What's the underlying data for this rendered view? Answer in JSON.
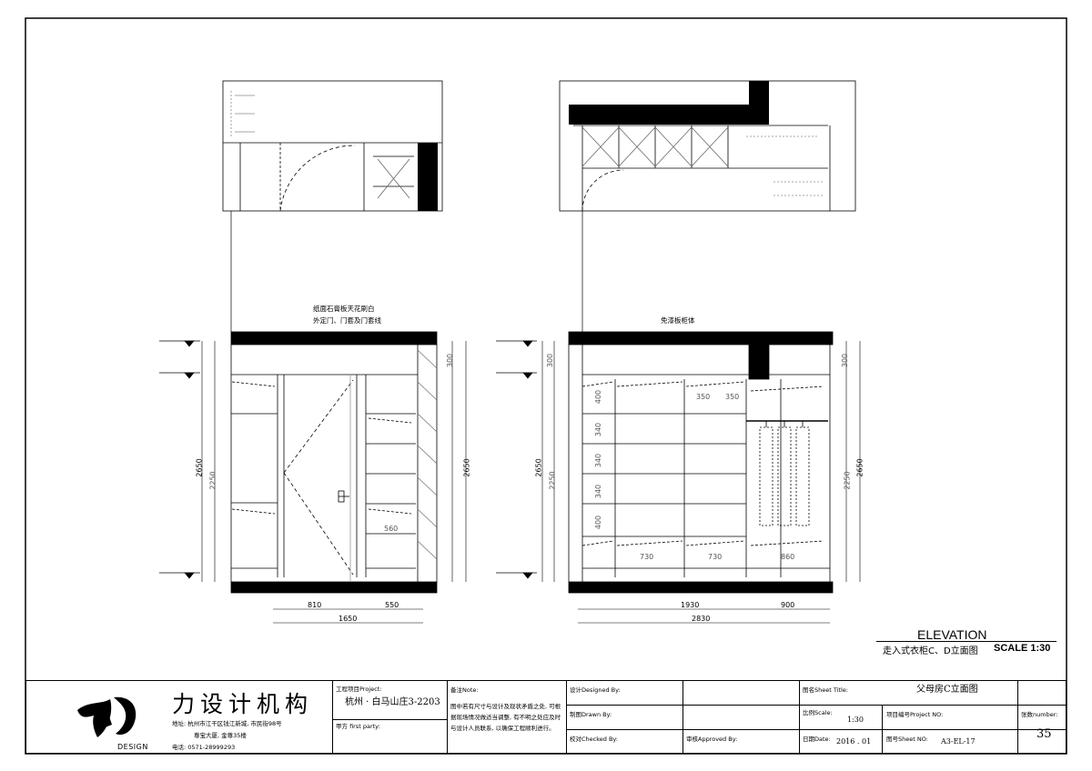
{
  "annotations": {
    "left": [
      "纸面石膏板天花刷白",
      "外定门、门套及门套线"
    ],
    "right": [
      "免漆板柜体"
    ]
  },
  "dims": {
    "left_bottom_row1": [
      "810",
      "550"
    ],
    "left_bottom_row2": [
      "1650"
    ],
    "left_left": [
      "2650",
      "2250"
    ],
    "left_right": [
      "300",
      "2650"
    ],
    "left_inner": [
      "560"
    ],
    "right_bottom_row1": [
      "1930",
      "900"
    ],
    "right_bottom_row2": [
      "2830"
    ],
    "right_left": [
      "300",
      "2650",
      "2250"
    ],
    "right_right": [
      "300",
      "2650",
      "2250"
    ],
    "right_inner": [
      "730",
      "730",
      "860",
      "350",
      "350"
    ],
    "right_vertical": [
      "400",
      "340",
      "340",
      "340",
      "400"
    ]
  },
  "caption": {
    "title": "ELEVATION",
    "subtitle": "走入式衣柜C、D立面图",
    "scale": "SCALE  1:30"
  },
  "title_block": {
    "firm_name": "力设计机构",
    "logo_text": "DESIGN",
    "address_lines": [
      "地址: 杭州市江干区钱江新城, 市民街98号",
      "尊宝大厦, 金尊35楼",
      "电话: 0571-28999293"
    ],
    "project_label": "工程项目Project:",
    "project_value": "杭州 · 白马山庄3-2203",
    "party_label": "甲方 first party:",
    "note_label": "备注Note:",
    "note_text": "图中若有尺寸与设计及现状矛盾之处, 可根据现场情况做适当调整, 有不明之处应及时与设计人员联系, 以确保工程顺利进行。",
    "designed_label": "设计Designed By:",
    "drawn_label": "制图Drawn By:",
    "checked_label": "校对Checked By:",
    "approved_label": "审核Approved By:",
    "sheet_title_label": "图名Sheet Title:",
    "sheet_title_value": "父母房C立面图",
    "scale_label": "比例Scale:",
    "scale_value": "1:30",
    "project_no_label": "项目编号Project NO:",
    "project_no_value": "",
    "date_label": "日期Date:",
    "date_value": "2016 . 01",
    "sheet_no_label": "图号Sheet NO:",
    "sheet_no_value": "A3-EL-17",
    "number_label": "张数number:",
    "number_value": "35"
  }
}
